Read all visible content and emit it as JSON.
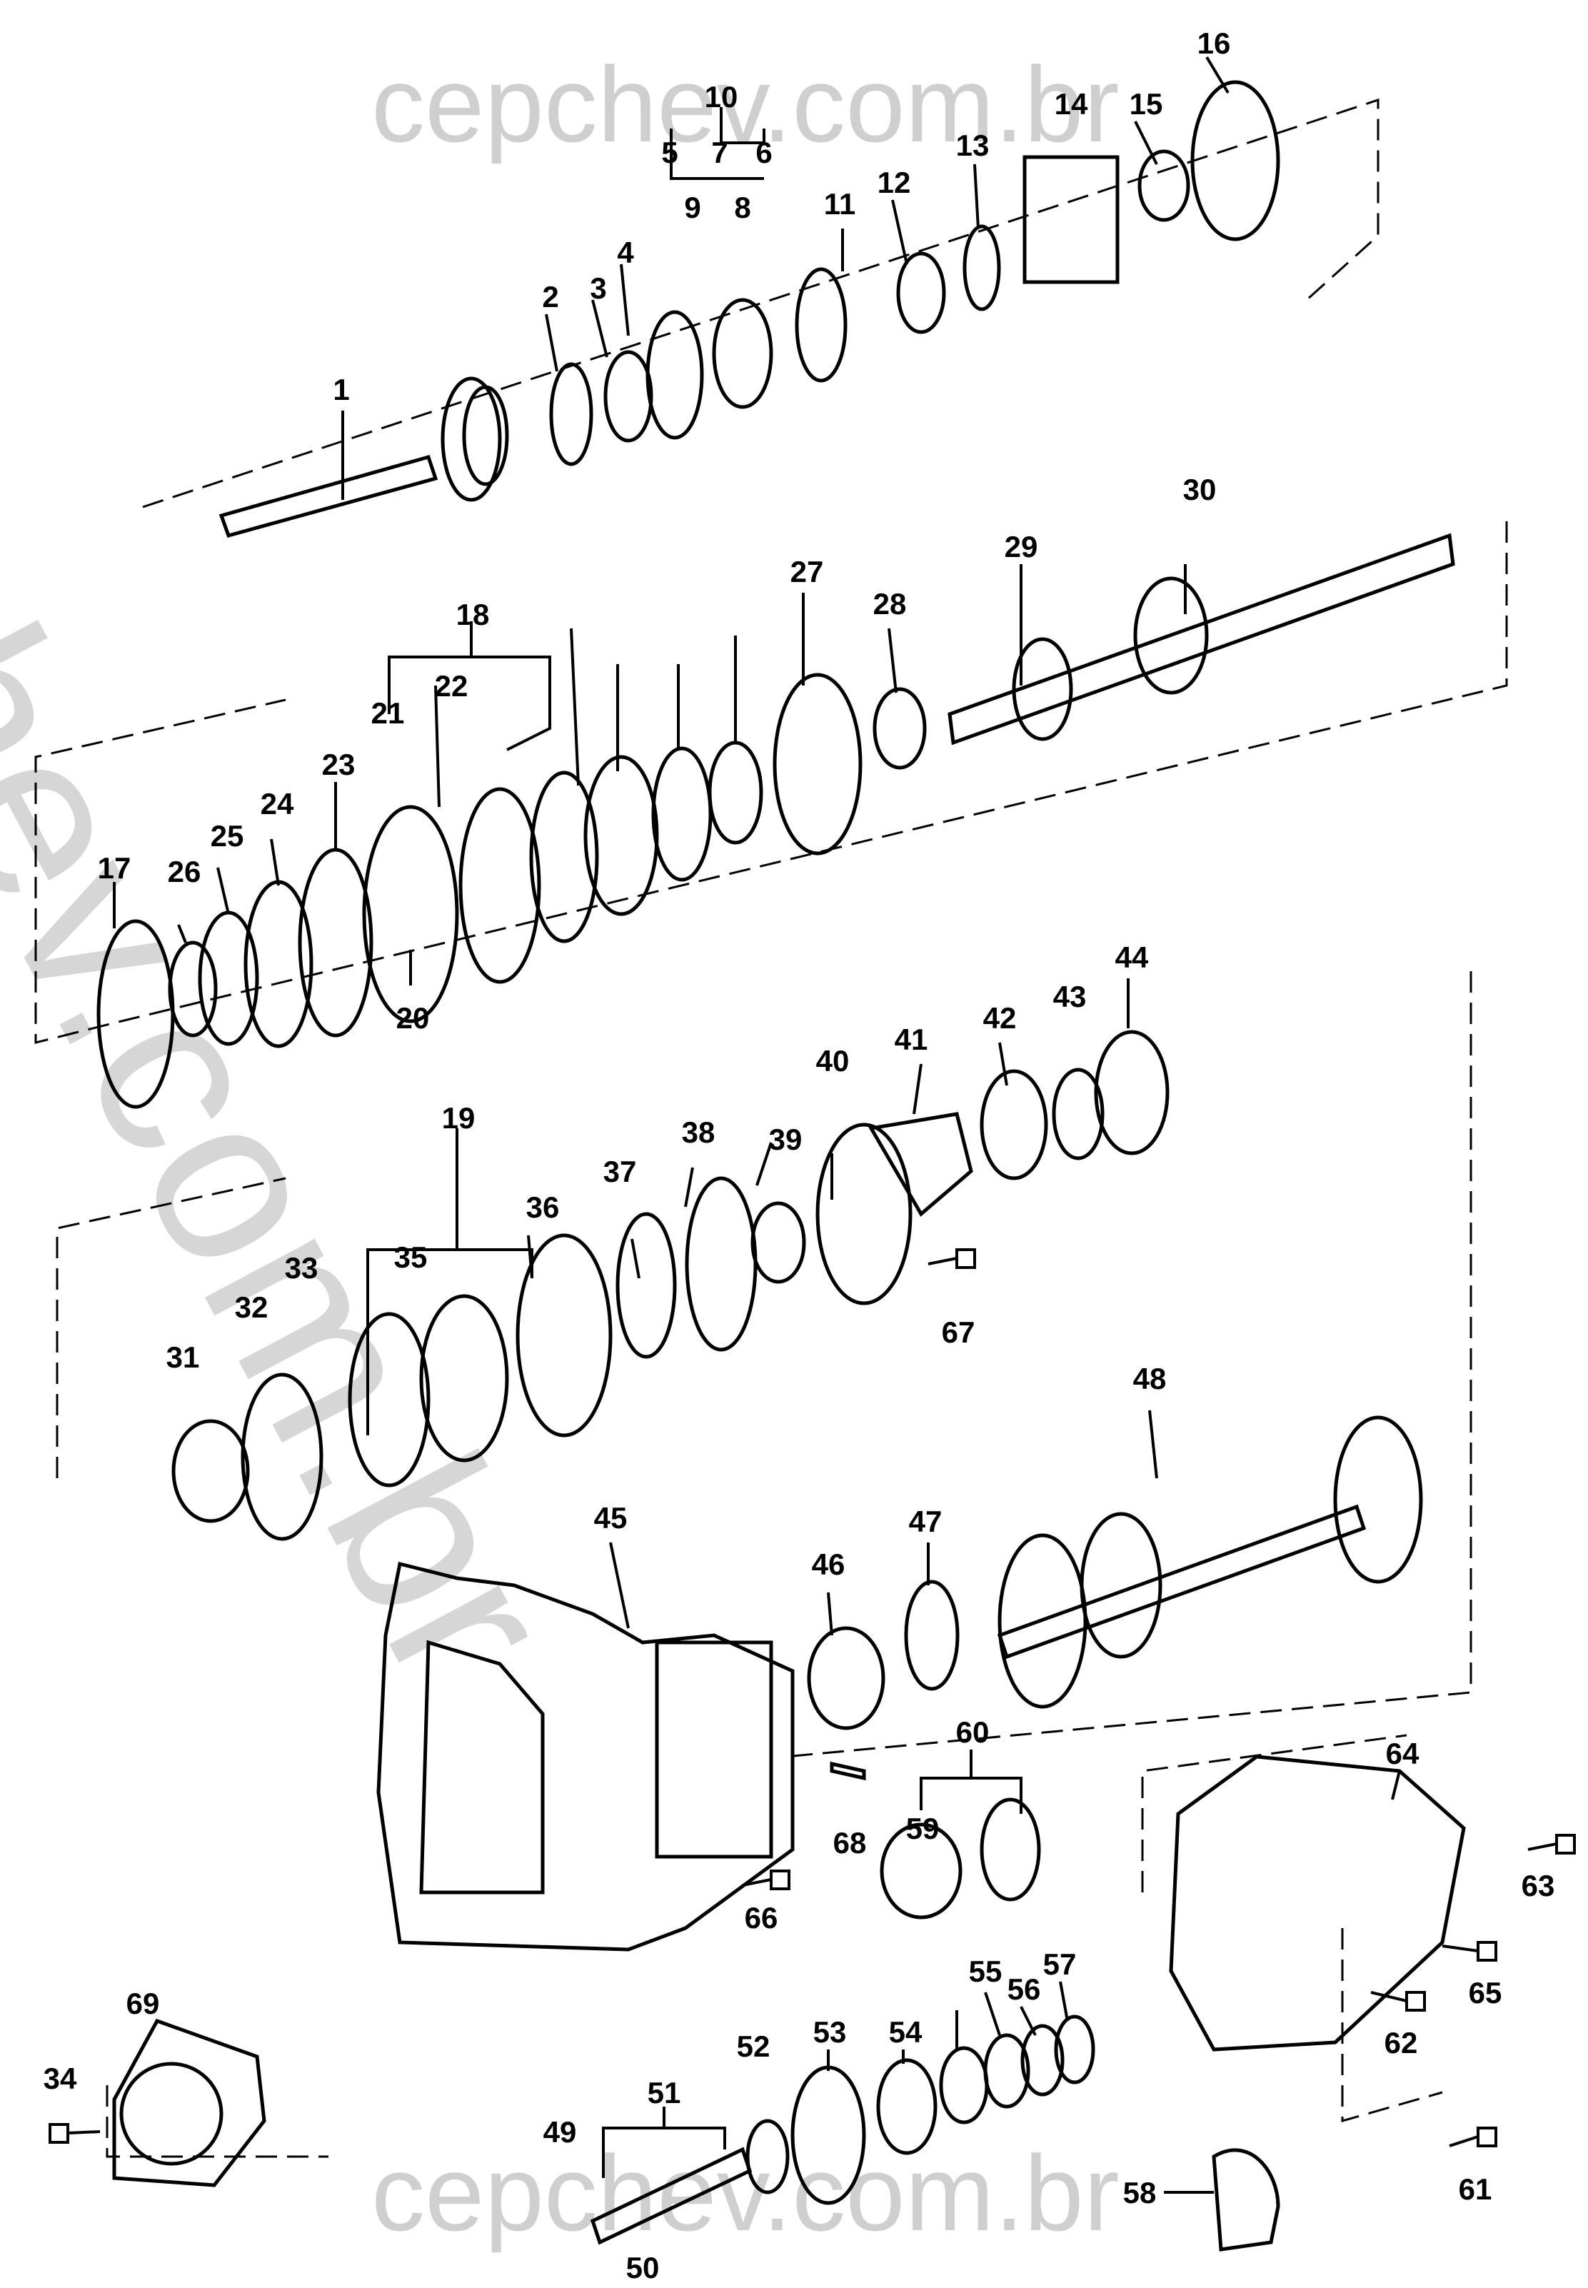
{
  "watermark": {
    "top": "cepchev.com.br",
    "bottom": "cepchev.com.br",
    "diagonal": "cepchev.com.br"
  },
  "parts": [
    {
      "n": "1"
    },
    {
      "n": "2"
    },
    {
      "n": "3"
    },
    {
      "n": "4"
    },
    {
      "n": "5"
    },
    {
      "n": "6"
    },
    {
      "n": "7"
    },
    {
      "n": "8"
    },
    {
      "n": "9"
    },
    {
      "n": "10"
    },
    {
      "n": "11"
    },
    {
      "n": "12"
    },
    {
      "n": "13"
    },
    {
      "n": "14"
    },
    {
      "n": "15"
    },
    {
      "n": "16"
    },
    {
      "n": "17"
    },
    {
      "n": "18"
    },
    {
      "n": "19"
    },
    {
      "n": "20"
    },
    {
      "n": "21"
    },
    {
      "n": "22"
    },
    {
      "n": "23"
    },
    {
      "n": "24"
    },
    {
      "n": "25"
    },
    {
      "n": "26"
    },
    {
      "n": "27"
    },
    {
      "n": "28"
    },
    {
      "n": "29"
    },
    {
      "n": "30"
    },
    {
      "n": "31"
    },
    {
      "n": "32"
    },
    {
      "n": "33"
    },
    {
      "n": "34"
    },
    {
      "n": "35"
    },
    {
      "n": "36"
    },
    {
      "n": "37"
    },
    {
      "n": "38"
    },
    {
      "n": "39"
    },
    {
      "n": "40"
    },
    {
      "n": "41"
    },
    {
      "n": "42"
    },
    {
      "n": "43"
    },
    {
      "n": "44"
    },
    {
      "n": "45"
    },
    {
      "n": "46"
    },
    {
      "n": "47"
    },
    {
      "n": "48"
    },
    {
      "n": "49"
    },
    {
      "n": "50"
    },
    {
      "n": "51"
    },
    {
      "n": "52"
    },
    {
      "n": "53"
    },
    {
      "n": "54"
    },
    {
      "n": "55"
    },
    {
      "n": "56"
    },
    {
      "n": "57"
    },
    {
      "n": "58"
    },
    {
      "n": "59"
    },
    {
      "n": "60"
    },
    {
      "n": "61"
    },
    {
      "n": "62"
    },
    {
      "n": "63"
    },
    {
      "n": "64"
    },
    {
      "n": "65"
    },
    {
      "n": "66"
    },
    {
      "n": "67"
    },
    {
      "n": "68"
    },
    {
      "n": "69"
    }
  ]
}
